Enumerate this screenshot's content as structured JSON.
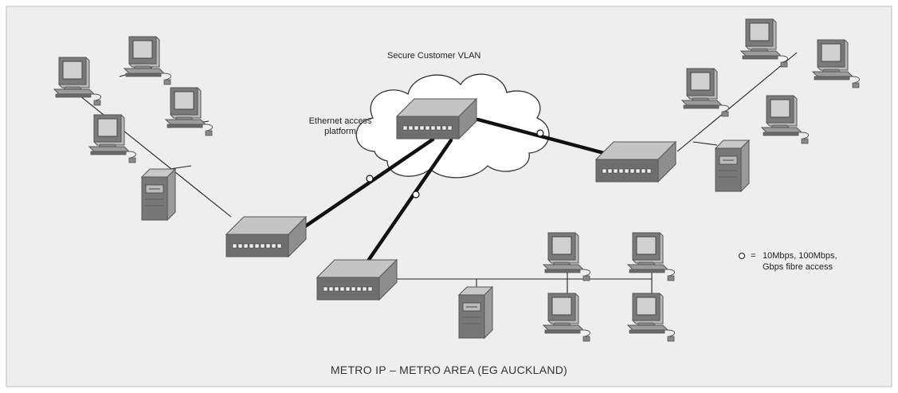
{
  "cloud_label": "Secure Customer VLAN",
  "access_platform_label": "Ethernet access platform",
  "legend": {
    "symbol": "○",
    "equals": "=",
    "line1": "10Mbps, 100Mbps,",
    "line2": "Gbps fibre access"
  },
  "caption": "METRO IP – METRO AREA (EG AUCKLAND)",
  "colors": {
    "panel_bg": "#eeeeee",
    "panel_border": "#bdbdbd",
    "device_dark": "#6f6f6f",
    "device_light": "#bfbfbf",
    "link": "#111111"
  }
}
